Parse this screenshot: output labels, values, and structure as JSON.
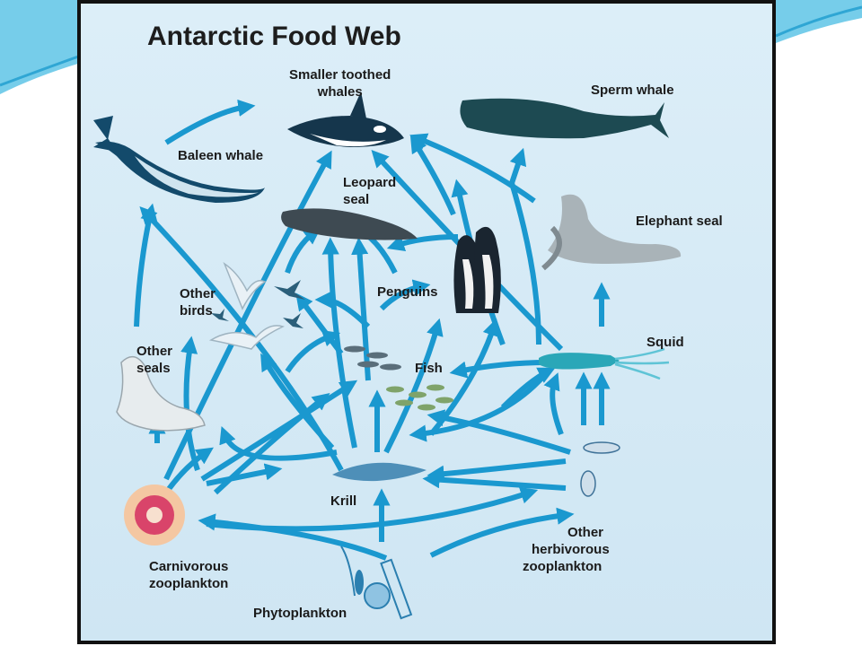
{
  "title": "Antarctic Food Web",
  "organisms": {
    "toothed_whales": [
      "Smaller toothed",
      "whales"
    ],
    "sperm_whale": "Sperm whale",
    "baleen_whale": "Baleen whale",
    "leopard_seal": [
      "Leopard",
      "seal"
    ],
    "elephant_seal": "Elephant seal",
    "other_birds": [
      "Other",
      "birds"
    ],
    "penguins": "Penguins",
    "other_seals": [
      "Other",
      "seals"
    ],
    "squid": "Squid",
    "fish": "Fish",
    "krill": "Krill",
    "carnivorous_zooplankton": [
      "Carnivorous",
      "zooplankton"
    ],
    "herbivorous_zooplankton": [
      "Other",
      "herbivorous",
      "zooplankton"
    ],
    "phytoplankton": "Phytoplankton"
  },
  "colors": {
    "arrow": "#1a98cf",
    "background": "#d6ebf6",
    "whale_dark": "#134a6b",
    "sperm_whale": "#1d4a52",
    "seal_grey": "#6f7b82",
    "squid": "#2aa7b8",
    "carnivorous_zooplankton": "#d9446a",
    "phytoplankton": "#2b7fb0"
  }
}
